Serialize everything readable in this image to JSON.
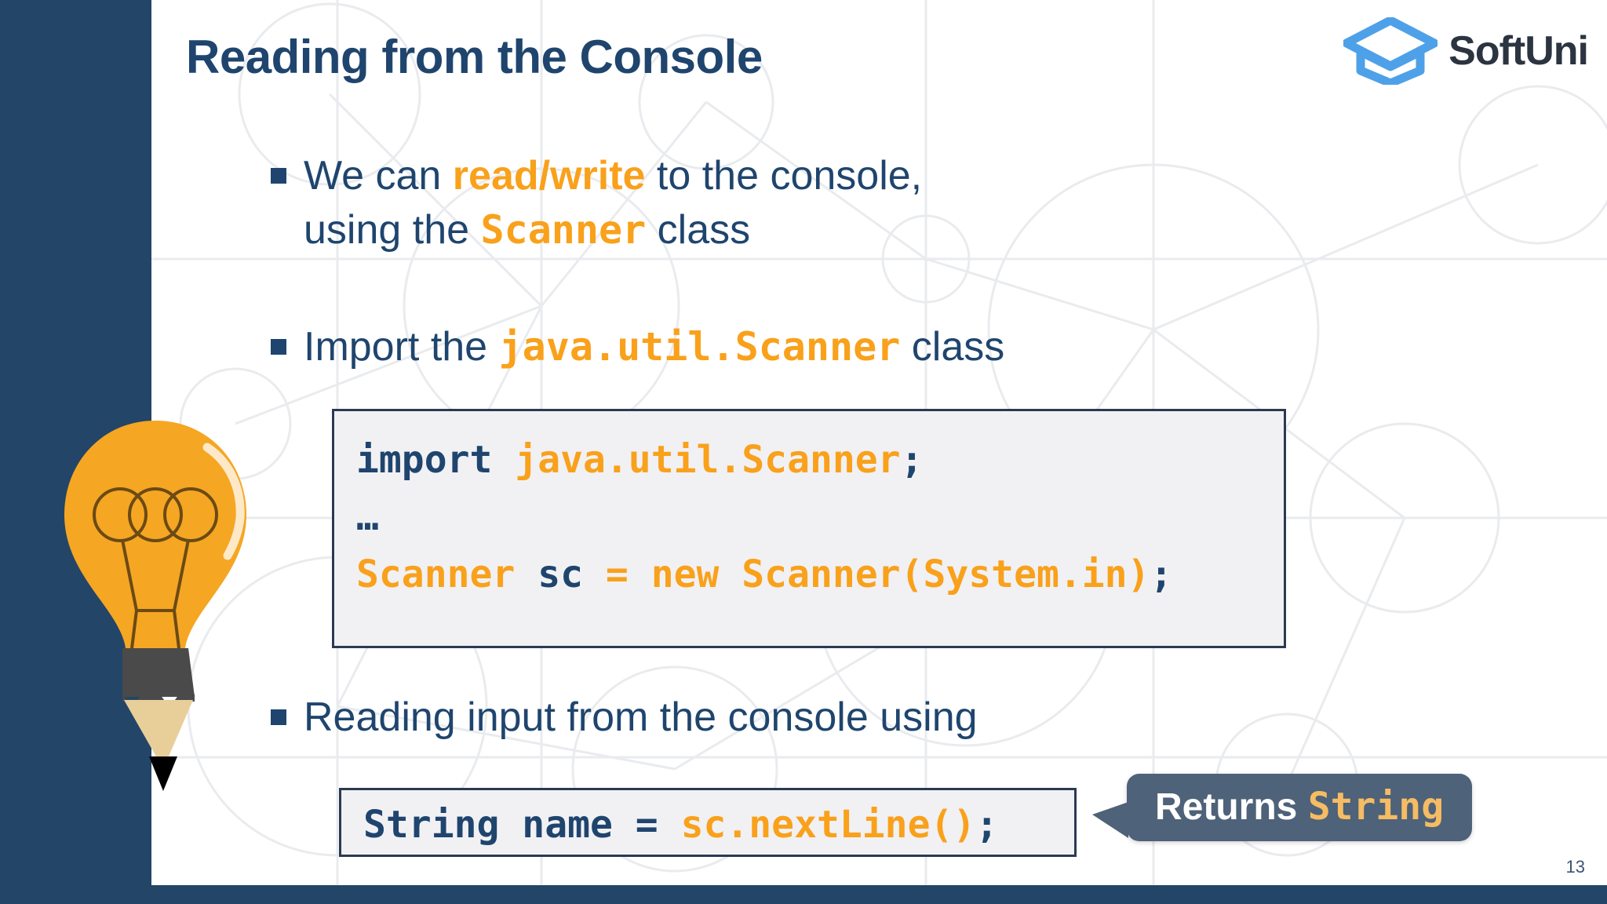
{
  "slide": {
    "title": "Reading from the Console",
    "slide_number": "13",
    "brand": {
      "logo_text": "SoftUni",
      "logo_icon": "graduation-cap-icon",
      "logo_color": "#4ea1e8",
      "logo_text_color": "#2b3440"
    },
    "colors": {
      "navy": "#234567",
      "title_navy": "#1f456e",
      "orange": "#f9a11b",
      "code_bg": "#f1f1f4",
      "code_border": "#2b3a52",
      "callout_bg": "#4e6279",
      "callout_accent": "#f5bc63"
    },
    "decoration": {
      "bulb_pencil_icon": "lightbulb-pencil-icon",
      "bulb_color": "#f5a623",
      "ferrule_color": "#4a4a4a",
      "wood_color": "#e8cf9a",
      "tip_color": "#000000"
    }
  },
  "bullets": [
    {
      "marker": "square",
      "segments": [
        {
          "text": "We can ",
          "style": "plain"
        },
        {
          "text": "read/write",
          "style": "orange-bold"
        },
        {
          "text": " to the console,",
          "style": "plain"
        }
      ],
      "line2": [
        {
          "text": "using the ",
          "style": "plain"
        },
        {
          "text": "Scanner",
          "style": "orange-mono"
        },
        {
          "text": " class",
          "style": "plain"
        }
      ]
    },
    {
      "marker": "square",
      "segments": [
        {
          "text": "Import the ",
          "style": "plain"
        },
        {
          "text": "java.util.Scanner",
          "style": "orange-mono"
        },
        {
          "text": "  class",
          "style": "plain"
        }
      ]
    },
    {
      "marker": "square",
      "segments": [
        {
          "text": "Reading input from the console using",
          "style": "plain"
        }
      ]
    }
  ],
  "code_block_1": {
    "lines": [
      [
        {
          "text": "import ",
          "color": "navy"
        },
        {
          "text": "java.util.Scanner",
          "color": "orange"
        },
        {
          "text": ";",
          "color": "navy"
        }
      ],
      [
        {
          "text": "…",
          "color": "navy"
        }
      ],
      [
        {
          "text": "Scanner ",
          "color": "orange"
        },
        {
          "text": "sc ",
          "color": "navy"
        },
        {
          "text": "= new Scanner(System.in)",
          "color": "orange"
        },
        {
          "text": ";",
          "color": "navy"
        }
      ]
    ]
  },
  "code_block_2": {
    "lines": [
      [
        {
          "text": "String name = ",
          "color": "navy"
        },
        {
          "text": "sc.nextLine()",
          "color": "orange"
        },
        {
          "text": ";",
          "color": "navy"
        }
      ]
    ]
  },
  "callout": {
    "label_plain": "Returns ",
    "label_mono": "String",
    "direction": "left"
  }
}
